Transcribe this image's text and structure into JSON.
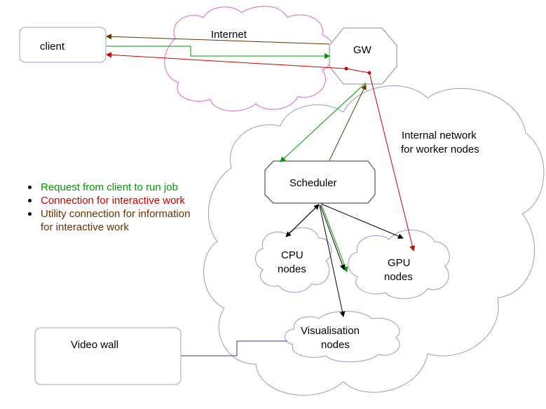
{
  "diagram": {
    "client_label": "client",
    "internet_label": "Internet",
    "gateway_label": "GW",
    "internal_network_line1": "Internal network",
    "internal_network_line2": "for worker nodes",
    "scheduler_label": "Scheduler",
    "cpu_line1": "CPU",
    "cpu_line2": "nodes",
    "gpu_line1": "GPU",
    "gpu_line2": "nodes",
    "vis_line1": "Visualisation",
    "vis_line2": "nodes",
    "video_wall_label": "Video wall"
  },
  "legend": {
    "items": [
      {
        "text": "Request from client to run job",
        "color": "#009900"
      },
      {
        "text": "Connection for interactive work",
        "color": "#cc0000"
      },
      {
        "text": "Utility connection for information for interactive work",
        "color": "#663300"
      }
    ]
  },
  "colors": {
    "request": "#009900",
    "interactive": "#cc0000",
    "utility": "#663300",
    "internet_cloud": "#dd66cc",
    "internal_cloud": "#9999cc",
    "box_border": "#99a3c8",
    "video_link": "#333399"
  }
}
